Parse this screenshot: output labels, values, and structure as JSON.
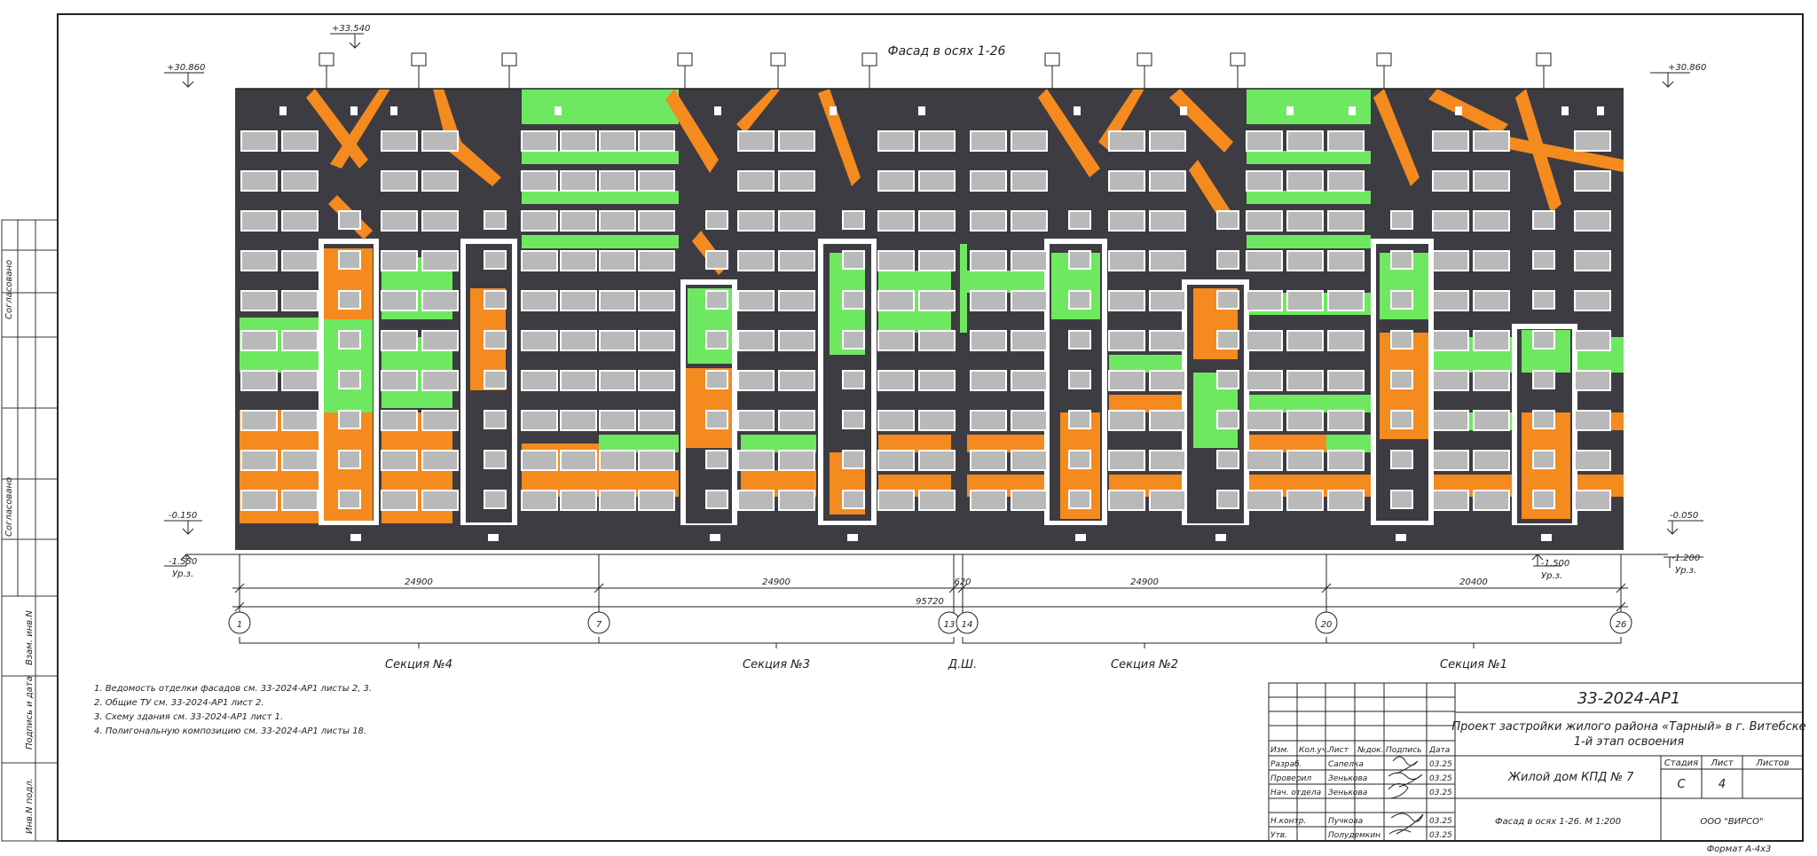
{
  "drawing": {
    "title": "Фасад в осях 1-26",
    "elevations": {
      "top_left": "+30.860",
      "top_right": "+30.860",
      "top_machine": "+33.540",
      "ground_left": "-0.150",
      "ground_right": "-0.050",
      "grade_left": "-1.550",
      "grade_left_sub": "Ур.з.",
      "grade_mid": "-1.500",
      "grade_mid_sub": "Ур.з.",
      "grade_right": "-1.200",
      "grade_right_sub": "Ур.з."
    },
    "dimensions": {
      "d1": "24900",
      "d2": "24900",
      "d3": "620",
      "d4": "24900",
      "d5": "20400",
      "total": "95720"
    },
    "axes": [
      "1",
      "7",
      "13",
      "14",
      "20",
      "26"
    ],
    "sections": [
      "Секция №4",
      "Секция №3",
      "Д.Ш.",
      "Секция №2",
      "Секция №1"
    ],
    "notes": [
      "1. Ведомость отделки фасадов см. 33-2024-АР1 листы 2, 3.",
      "2. Общие ТУ см. 33-2024-АР1 лист 2.",
      "3. Схему здания см. 33-2024-АР1 лист 1.",
      "4. Полигональную композицию см. 33-2024-АР1 листы 18."
    ],
    "side_labels": {
      "agreed1": "Согласовано",
      "agreed2": "Согласовано",
      "vzam": "Взам. инв.N",
      "podpis": "Подпись и дата",
      "inv": "Инв.N подл."
    },
    "colors": {
      "dark": "#3d3c42",
      "orange": "#f58a1f",
      "green": "#6ee860",
      "white": "#ffffff",
      "glass": "#b9b9b9"
    }
  },
  "title_block": {
    "code": "33-2024-АР1",
    "project": "Проект застройки жилого района «Тарный» в г. Витебске",
    "project_stage": "1-й этап освоения",
    "object": "Жилой дом КПД № 7",
    "sheet_title": "Фасад в осях 1-26. М 1:200",
    "company": "ООО \"ВИРСО\"",
    "format": "Формат А-4х3",
    "headers": [
      "Изм.",
      "Кол.уч.",
      "Лист",
      "№док.",
      "Подпись",
      "Дата"
    ],
    "stage_headers": [
      "Стадия",
      "Лист",
      "Листов"
    ],
    "stage": "С",
    "sheet": "4",
    "sheets": "",
    "rows": [
      {
        "role": "Разраб.",
        "name": "Сапелка",
        "date": "03.25"
      },
      {
        "role": "Проверил",
        "name": "Зенькова",
        "date": "03.25"
      },
      {
        "role": "Нач. отдела",
        "name": "Зенькова",
        "date": "03.25"
      },
      {
        "role": "",
        "name": "",
        "date": ""
      },
      {
        "role": "Н.контр.",
        "name": "Пучкова",
        "date": "03.25"
      },
      {
        "role": "Утв.",
        "name": "Полудемкин",
        "date": "03.25"
      }
    ]
  }
}
